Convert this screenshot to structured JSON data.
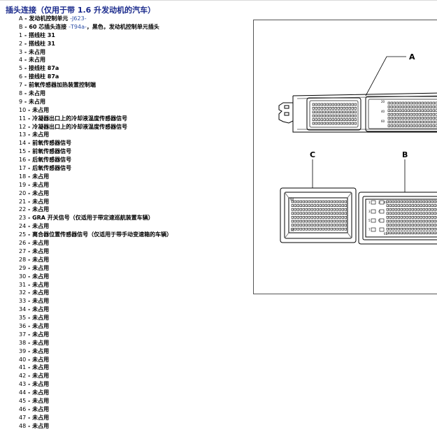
{
  "title": "插头连接（仅用于带 1.6 升发动机的汽车）",
  "items": [
    {
      "pin": "A",
      "desc": "发动机控制单元",
      "code": "-J623-"
    },
    {
      "pin": "B",
      "desc": "60 芯插头连接",
      "code": "-T94a-",
      "tail": "，黑色，发动机控制单元插头"
    },
    {
      "pin": "1",
      "desc": "搭线柱 31"
    },
    {
      "pin": "2",
      "desc": "搭线柱 31"
    },
    {
      "pin": "3",
      "desc": "未占用"
    },
    {
      "pin": "4",
      "desc": "未占用"
    },
    {
      "pin": "5",
      "desc": "接线柱 87a"
    },
    {
      "pin": "6",
      "desc": "接线柱 87a"
    },
    {
      "pin": "7",
      "desc": "前氧传感器加热装置控制端"
    },
    {
      "pin": "8",
      "desc": "未占用"
    },
    {
      "pin": "9",
      "desc": "未占用"
    },
    {
      "pin": "10",
      "desc": "未占用"
    },
    {
      "pin": "11",
      "desc": "冷凝器出口上的冷却液温度传感器信号"
    },
    {
      "pin": "12",
      "desc": "冷凝器出口上的冷却液温度传感器信号"
    },
    {
      "pin": "13",
      "desc": "未占用"
    },
    {
      "pin": "14",
      "desc": "前氧传感器信号"
    },
    {
      "pin": "15",
      "desc": "前氧传感器信号"
    },
    {
      "pin": "16",
      "desc": "后氧传感器信号"
    },
    {
      "pin": "17",
      "desc": "后氧传感器信号"
    },
    {
      "pin": "18",
      "desc": "未占用"
    },
    {
      "pin": "19",
      "desc": "未占用"
    },
    {
      "pin": "20",
      "desc": "未占用"
    },
    {
      "pin": "21",
      "desc": "未占用"
    },
    {
      "pin": "22",
      "desc": "未占用"
    },
    {
      "pin": "23",
      "desc": "GRA 开关信号（仅适用于带定速巡航装置车辆）"
    },
    {
      "pin": "24",
      "desc": "未占用"
    },
    {
      "pin": "25",
      "desc": "离合器位置传感器信号（仅适用于带手动变速箱的车辆）"
    },
    {
      "pin": "26",
      "desc": "未占用"
    },
    {
      "pin": "27",
      "desc": "未占用"
    },
    {
      "pin": "28",
      "desc": "未占用"
    },
    {
      "pin": "29",
      "desc": "未占用"
    },
    {
      "pin": "30",
      "desc": "未占用"
    },
    {
      "pin": "31",
      "desc": "未占用"
    },
    {
      "pin": "32",
      "desc": "未占用"
    },
    {
      "pin": "33",
      "desc": "未占用"
    },
    {
      "pin": "34",
      "desc": "未占用"
    },
    {
      "pin": "35",
      "desc": "未占用"
    },
    {
      "pin": "36",
      "desc": "未占用"
    },
    {
      "pin": "37",
      "desc": "未占用"
    },
    {
      "pin": "38",
      "desc": "未占用"
    },
    {
      "pin": "39",
      "desc": "未占用"
    },
    {
      "pin": "40",
      "desc": "未占用"
    },
    {
      "pin": "41",
      "desc": "未占用"
    },
    {
      "pin": "42",
      "desc": "未占用"
    },
    {
      "pin": "43",
      "desc": "未占用"
    },
    {
      "pin": "44",
      "desc": "未占用"
    },
    {
      "pin": "45",
      "desc": "未占用"
    },
    {
      "pin": "46",
      "desc": "未占用"
    },
    {
      "pin": "47",
      "desc": "未占用"
    },
    {
      "pin": "48",
      "desc": "未占用"
    }
  ],
  "figure": {
    "label_a": "A",
    "label_b": "B",
    "label_c": "C",
    "pin_marks": {
      "p1": "1",
      "p2": "2",
      "p3": "3",
      "p4": "4",
      "p5": "5",
      "p6": "6",
      "p7": "7",
      "p41": "41",
      "p61": "61",
      "p20": "20",
      "p40": "40",
      "p60": "60",
      "p94": "94",
      "p74": "74"
    }
  }
}
